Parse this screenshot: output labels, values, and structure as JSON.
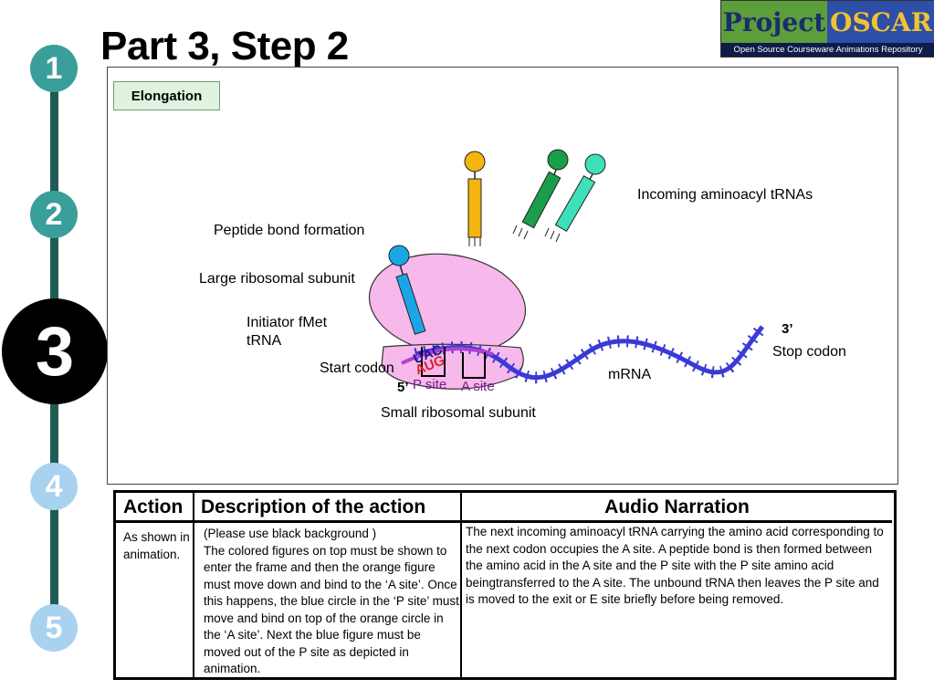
{
  "title": "Part 3, Step 2",
  "logo": {
    "word1": "Project",
    "word2": "OSCAR",
    "tagline": "Open Source Courseware Animations Repository"
  },
  "steps": [
    "1",
    "2",
    "3",
    "4",
    "5"
  ],
  "current_step": "3",
  "animation": {
    "badge": "Elongation",
    "labels": {
      "incoming": "Incoming aminoacyl tRNAs",
      "peptide_bond": "Peptide bond formation",
      "large_subunit": "Large ribosomal subunit",
      "initiator": "Initiator fMet\ntRNA",
      "start_codon": "Start codon",
      "p_site": "P site",
      "a_site": "A site",
      "five_prime": "5’",
      "three_prime": "3’",
      "stop_codon": "Stop codon",
      "mrna": "mRNA",
      "small_subunit": "Small ribosomal subunit",
      "anticodon": "UAC",
      "codon": "AUG"
    },
    "colors": {
      "orange_trna": "#f5b50f",
      "green_trna": "#1a9e4a",
      "aqua_trna": "#3de0b8",
      "blue_trna": "#1aa6e6",
      "ribosome": "#f7b8ec",
      "mrna": "#3a3ad6",
      "codon_red": "#e0202a"
    }
  },
  "table": {
    "headers": {
      "action": "Action",
      "description": "Description of the action",
      "audio": "Audio Narration"
    },
    "action": "As shown in animation.",
    "description": "(Please use black background )\nThe colored figures on top must be shown to enter the frame and then the orange figure must move down and bind to the ‘A site’. Once this happens, the blue circle in the ‘P site’ must move and bind on top of the orange circle in the ‘A site’. Next the blue figure must be moved out of the P site as depicted in animation.",
    "audio": "The next incoming aminoacyl tRNA carrying the amino acid corresponding to the next codon occupies the A site. A peptide bond is then formed between the amino acid in the A site and the P site with the P site amino acid beingtransferred to the A site. The unbound tRNA then leaves the P site and is moved to the exit or E site briefly before being removed."
  }
}
